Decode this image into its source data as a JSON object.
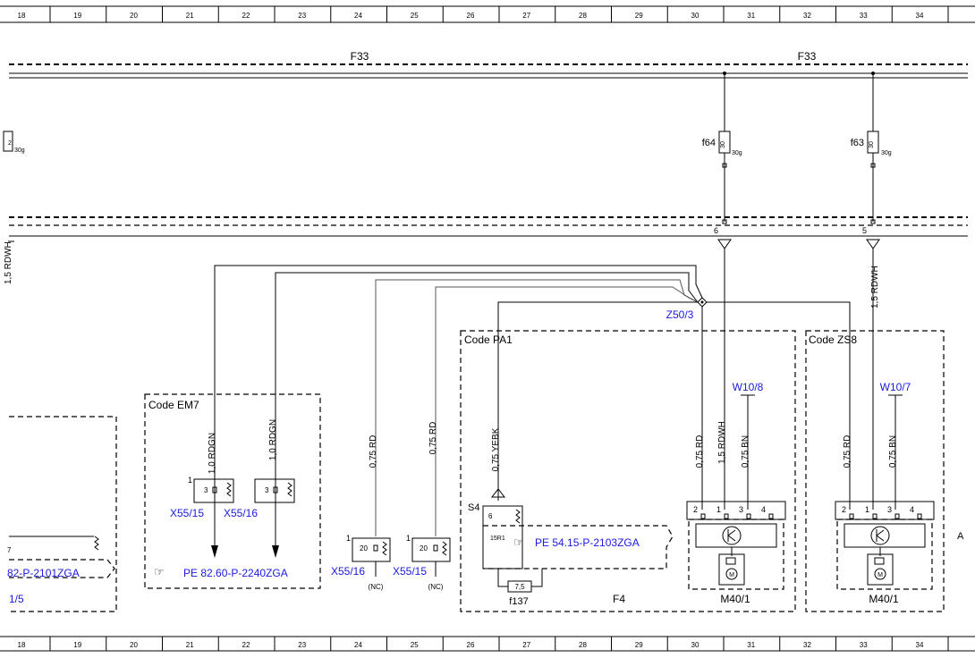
{
  "grid_columns": [
    "18",
    "19",
    "20",
    "21",
    "22",
    "23",
    "24",
    "25",
    "26",
    "27",
    "28",
    "29",
    "30",
    "31",
    "32",
    "33",
    "34"
  ],
  "rails": {
    "top_left": "F33",
    "top_right": "F33"
  },
  "fuses": {
    "f64": {
      "label": "f64",
      "value": "30",
      "rating": "30g"
    },
    "f63": {
      "label": "f63",
      "value": "30",
      "rating": "30g"
    },
    "left_partial": {
      "value": "2",
      "rating": "30g"
    },
    "f137": {
      "label": "f137",
      "value": "7,5"
    }
  },
  "pins": {
    "p6": "6",
    "p5": "5"
  },
  "left_partial_wire": "1,5 RDWH",
  "splice": "Z50/3",
  "boxes": {
    "em7": "Code EM7",
    "pa1": "Code PA1",
    "zs8": "Code ZS8"
  },
  "wires": {
    "w1": "1,0 RDGN",
    "w2": "1,0 RDGN",
    "w3": "0,75 RD",
    "w4": "0,75 RD",
    "w5": "0,75 YEBK",
    "w6": "0,75 RD",
    "w7": "1,5 RDWH",
    "w8": "0,75 BN",
    "w9": "1,5 RDWH",
    "w10": "0,75 RD",
    "w11": "0,75 BN"
  },
  "grounds": {
    "g1": "W10/8",
    "g2": "W10/7"
  },
  "connectors": {
    "x5515a": {
      "label": "X55/15",
      "pin_no": "1",
      "pin": "3"
    },
    "x5516a": {
      "label": "X55/16",
      "pin": "3"
    },
    "x5516b": {
      "label": "X55/16",
      "pin_no": "1",
      "pin": "20",
      "nc": "(NC)"
    },
    "x5515b": {
      "label": "X55/15",
      "pin_no": "1",
      "pin": "20",
      "nc": "(NC)"
    }
  },
  "switch_s4": {
    "label": "S4",
    "pin": "6",
    "code": "15R1"
  },
  "refs": {
    "pe1": "PE 82.60-P-2240ZGA",
    "pe2": "PE 54.15-P-2103ZGA",
    "pe_left": "82-P-2101ZGA",
    "left_frag": "1/5",
    "left_pin": "7"
  },
  "f4": "F4",
  "motors": {
    "m1": {
      "label": "M40/1",
      "pins": [
        "2",
        "1",
        "3",
        "4"
      ],
      "sym": "M"
    },
    "m2": {
      "label": "M40/1",
      "pins": [
        "2",
        "1",
        "3",
        "4"
      ],
      "sym": "M"
    }
  },
  "edge_letter": "A"
}
